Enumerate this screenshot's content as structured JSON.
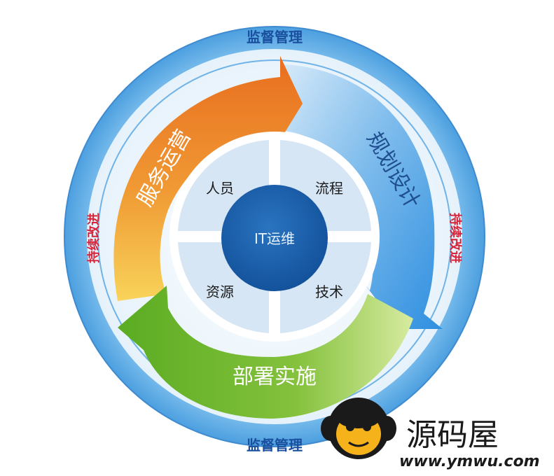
{
  "outer_ring": {
    "top_label": "监督管理",
    "bottom_label": "监督管理",
    "left_label": "持续改进",
    "right_label": "持续改进"
  },
  "arrows": {
    "orange": "服务运营",
    "blue": "规划设计",
    "green": "部署实施"
  },
  "quadrants": {
    "top_left": "人员",
    "top_right": "流程",
    "bottom_left": "资源",
    "bottom_right": "技术"
  },
  "center": "IT运维",
  "watermark": {
    "brand": "源码屋",
    "url": "www.ymwu.com"
  },
  "colors": {
    "outer_ring": "#5aa8e2",
    "ring_border": "#3d86cc",
    "label_blue": "#1a4f9e",
    "label_red": "#d6243a",
    "orange": "#e87a24",
    "orange_light": "#f6c74a",
    "blue_arrow": "#3e97e0",
    "blue_arrow_light": "#bcdcf6",
    "green": "#6cb52a",
    "green_light": "#c9e48a",
    "quadrant_bg": "#d7e7f5",
    "center": "#1b5ea8"
  }
}
